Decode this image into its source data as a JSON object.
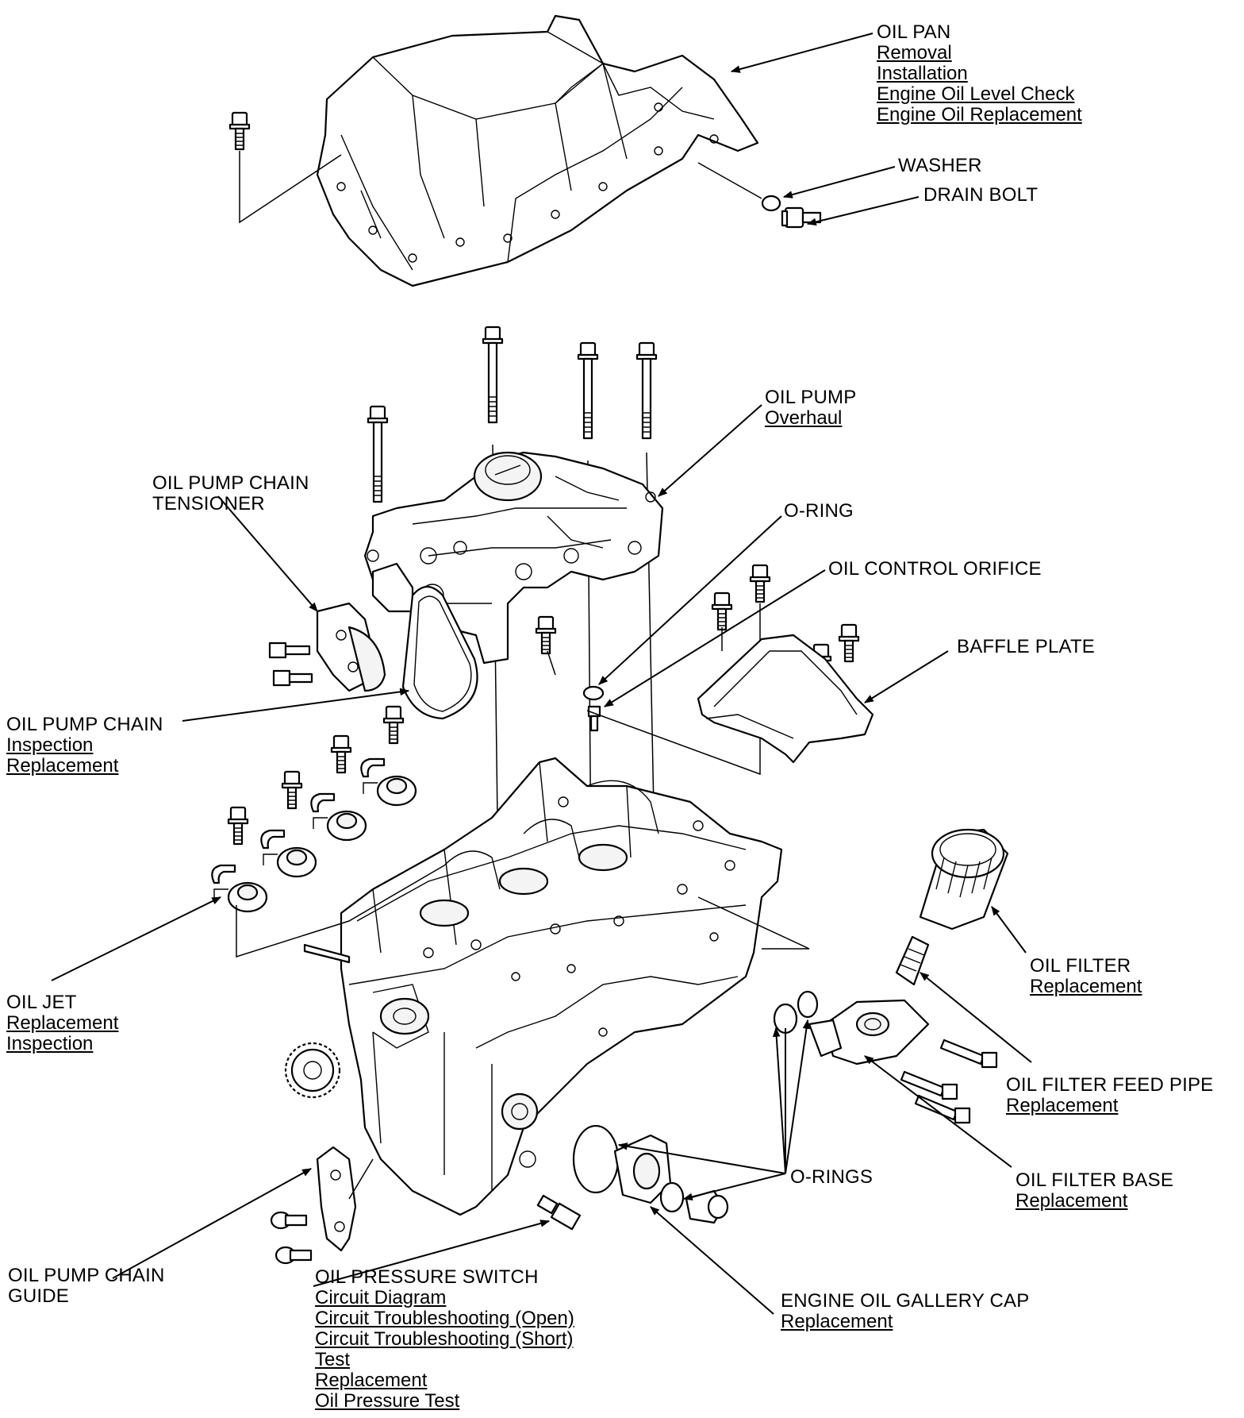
{
  "callouts": {
    "oil_pan": {
      "title": "OIL PAN",
      "links": [
        "Removal",
        "Installation",
        "Engine Oil Level Check",
        "Engine Oil Replacement"
      ]
    },
    "washer": {
      "title": "WASHER"
    },
    "drain_bolt": {
      "title": "DRAIN BOLT"
    },
    "oil_pump": {
      "title": "OIL PUMP",
      "links": [
        "Overhaul"
      ]
    },
    "oil_pump_chain_tensioner": {
      "title_lines": [
        "OIL PUMP CHAIN",
        "TENSIONER"
      ]
    },
    "o_ring": {
      "title": "O-RING"
    },
    "oil_control_orifice": {
      "title": "OIL CONTROL ORIFICE"
    },
    "baffle_plate": {
      "title": "BAFFLE PLATE"
    },
    "oil_pump_chain": {
      "title": "OIL PUMP CHAIN",
      "links": [
        "Inspection",
        "Replacement"
      ]
    },
    "oil_jet": {
      "title": "OIL JET",
      "links": [
        "Replacement",
        "Inspection"
      ]
    },
    "oil_filter": {
      "title": "OIL FILTER",
      "links": [
        "Replacement"
      ]
    },
    "oil_filter_feed_pipe": {
      "title": "OIL FILTER FEED PIPE",
      "links": [
        "Replacement"
      ]
    },
    "oil_filter_base": {
      "title": "OIL FILTER BASE",
      "links": [
        "Replacement"
      ]
    },
    "o_rings": {
      "title": "O-RINGS"
    },
    "oil_pump_chain_guide": {
      "title_lines": [
        "OIL PUMP CHAIN",
        "GUIDE"
      ]
    },
    "oil_pressure_switch": {
      "title": "OIL PRESSURE SWITCH",
      "links": [
        "Circuit Diagram",
        "Circuit Troubleshooting (Open)",
        "Circuit Troubleshooting (Short)",
        "Test",
        "Replacement",
        "Oil Pressure Test"
      ]
    },
    "engine_oil_gallery_cap": {
      "title": "ENGINE OIL GALLERY CAP",
      "links": [
        "Replacement"
      ]
    }
  }
}
